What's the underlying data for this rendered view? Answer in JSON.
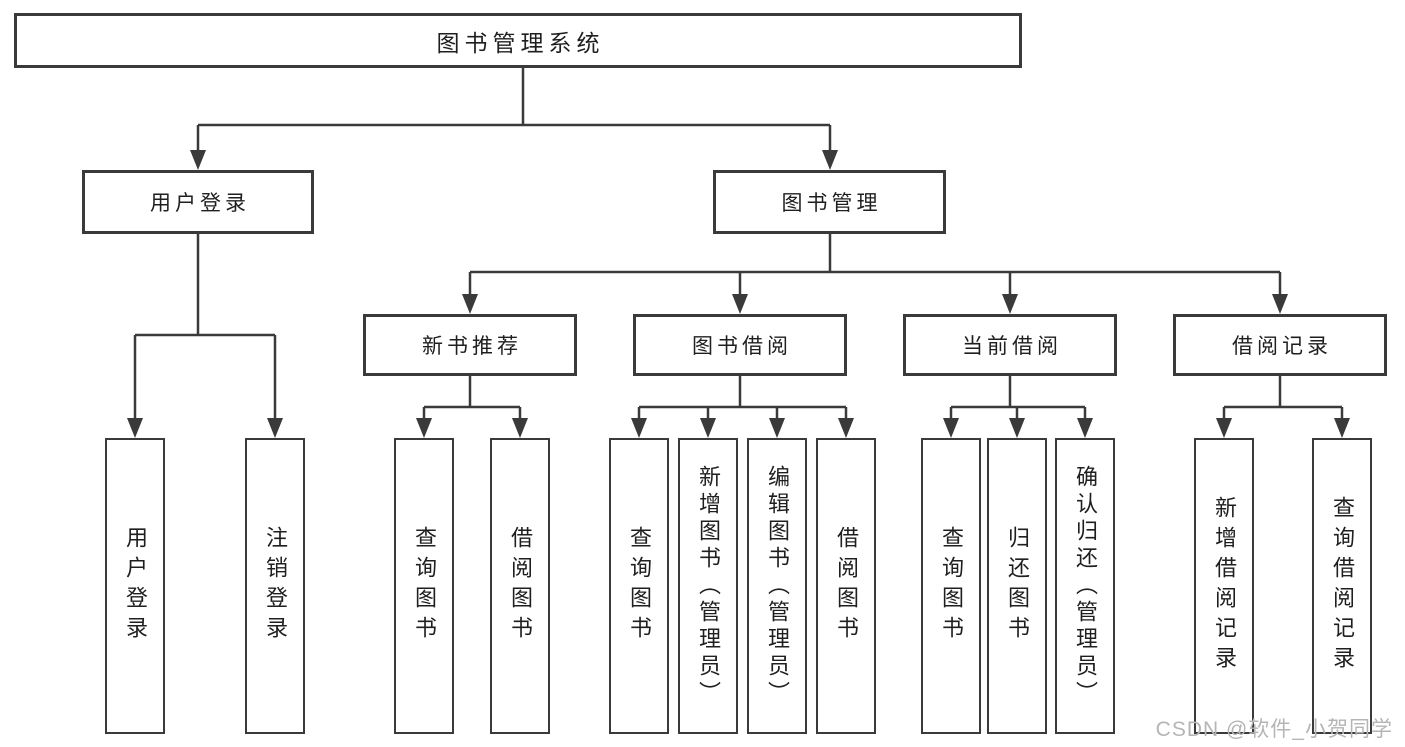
{
  "diagram": {
    "title": "图书管理系统",
    "level2": [
      "用户登录",
      "图书管理"
    ],
    "level3": [
      "新书推荐",
      "图书借阅",
      "当前借阅",
      "借阅记录"
    ],
    "leaves": {
      "user_login": [
        "用户登录",
        "注销登录"
      ],
      "new_book_recommendation": [
        "查询图书",
        "借阅图书"
      ],
      "book_borrowing": [
        "查询图书",
        "新增图书（管理员）",
        "编辑图书（管理员）",
        "借阅图书"
      ],
      "current_borrowing": [
        "查询图书",
        "归还图书",
        "确认归还（管理员）"
      ],
      "borrowing_records": [
        "新增借阅记录",
        "查询借阅记录"
      ]
    }
  },
  "watermark": "CSDN @软件_小贺同学",
  "colors": {
    "line": "#3a3a3a",
    "text": "#1f1f1f",
    "background": "#ffffff",
    "watermark": "#b5b5b5"
  }
}
